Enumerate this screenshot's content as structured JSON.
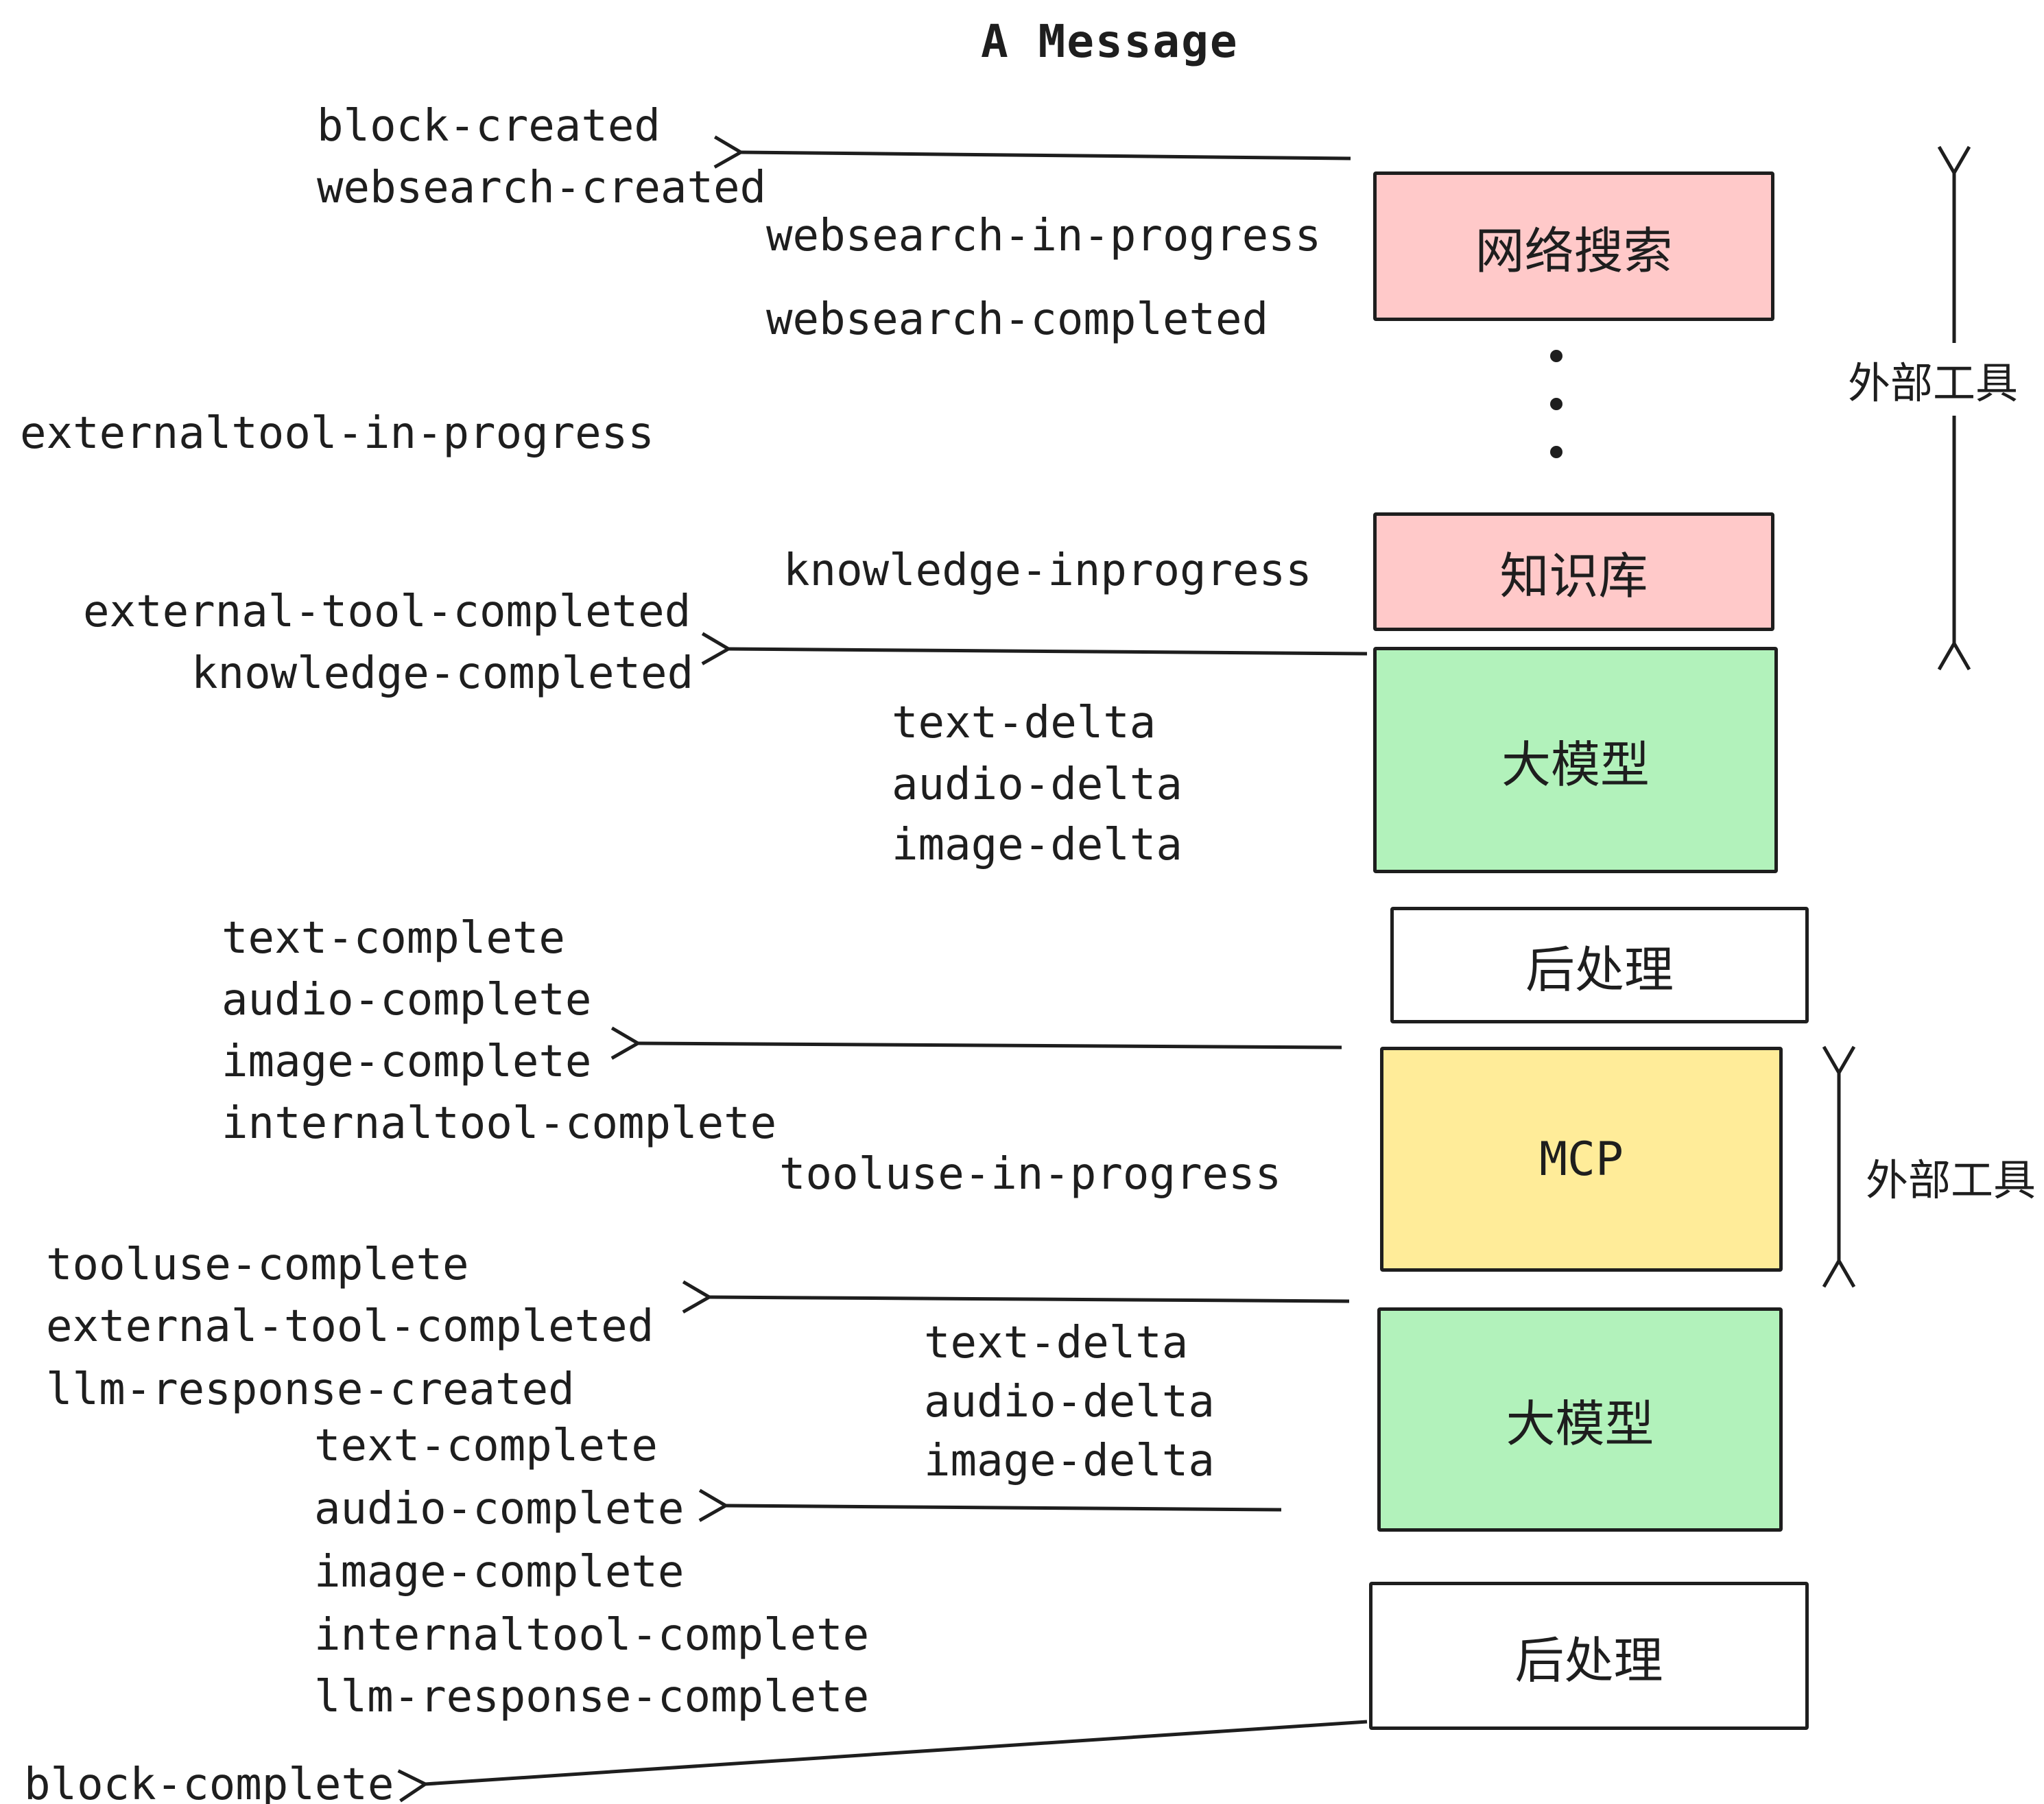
{
  "title": "A Message",
  "events": {
    "block_created": "block-created",
    "websearch_created": "websearch-created",
    "websearch_in_progress": "websearch-in-progress",
    "websearch_completed": "websearch-completed",
    "externaltool_in_progress": "externaltool-in-progress",
    "knowledge_inprogress": "knowledge-inprogress",
    "external_tool_completed": "external-tool-completed",
    "knowledge_completed": "knowledge-completed",
    "text_delta": "text-delta",
    "audio_delta": "audio-delta",
    "image_delta": "image-delta",
    "text_complete": "text-complete",
    "audio_complete": "audio-complete",
    "image_complete": "image-complete",
    "internaltool_complete": "internaltool-complete",
    "tooluse_in_progress": "tooluse-in-progress",
    "tooluse_complete": "tooluse-complete",
    "llm_response_created": "llm-response-created",
    "llm_response_complete": "llm-response-complete",
    "block_complete": "block-complete"
  },
  "boxes": {
    "websearch": {
      "label": "网络搜索",
      "fill": "#ffc9c9"
    },
    "knowledge": {
      "label": "知识库",
      "fill": "#ffc9c9"
    },
    "llm_top": {
      "label": "大模型",
      "fill": "#b2f2bb"
    },
    "post_top": {
      "label": "后处理",
      "fill": "#ffffff"
    },
    "mcp": {
      "label": "MCP",
      "fill": "#ffec99"
    },
    "llm_bottom": {
      "label": "大模型",
      "fill": "#b2f2bb"
    },
    "post_bottom": {
      "label": "后处理",
      "fill": "#ffffff"
    }
  },
  "annotations": {
    "external_tools_top": "外部工具",
    "external_tools_mid": "外部工具"
  },
  "colors": {
    "stroke": "#1e1e1e",
    "background": "#ffffff",
    "box_red": "#ffc9c9",
    "box_green": "#b2f2bb",
    "box_yellow": "#ffec99"
  }
}
